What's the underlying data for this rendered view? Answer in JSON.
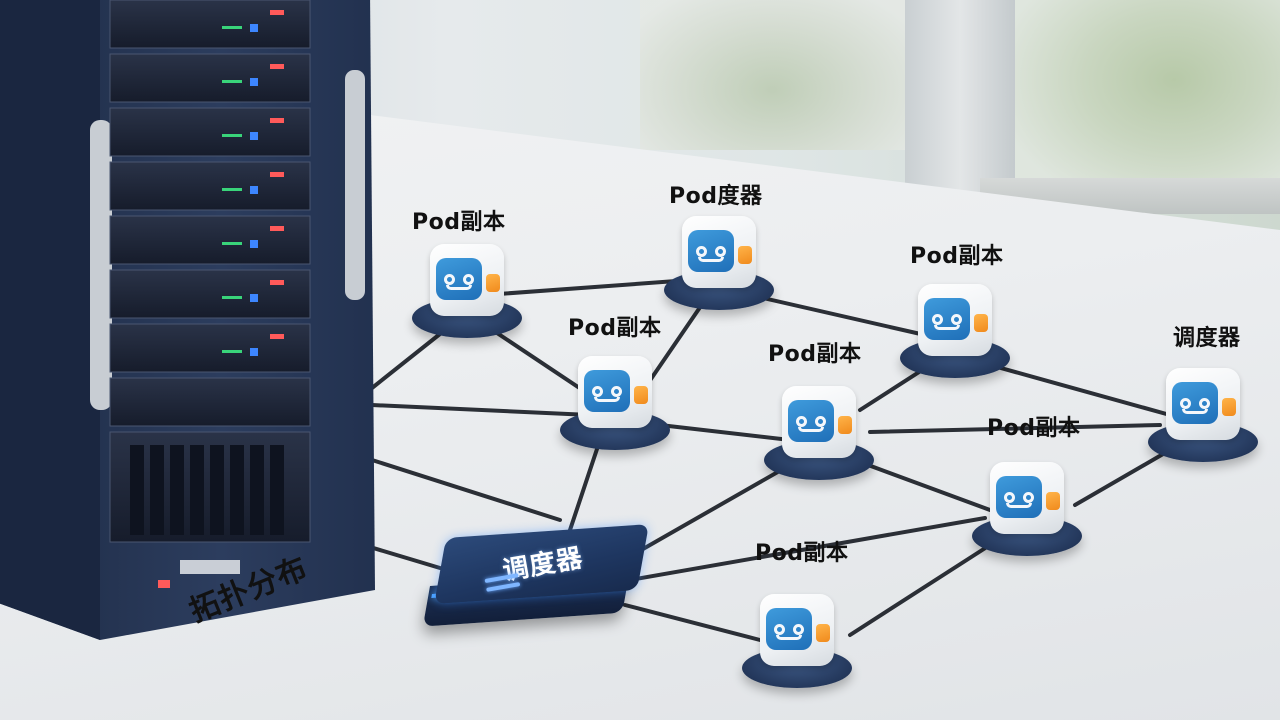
{
  "scene": {
    "description_tag": "network-topology-photo"
  },
  "labels": {
    "node_1": "Pod副本",
    "node_2": "Pod度器",
    "node_3": "Pod副本",
    "node_4": "Pod副本",
    "node_5": "Pod副本",
    "node_6": "调度器",
    "node_7": "Pod副本",
    "node_8": "Pod副本",
    "hub": "调度器",
    "topology": "拓扑分布"
  },
  "icons": {
    "pod": "robot-cube-icon",
    "hub_menu": "menu-lines-icon",
    "server": "server-rack-icon"
  },
  "colors": {
    "node_base": "#24385c",
    "node_face": "#2a82c8",
    "node_accent": "#f39a2a",
    "hub_glow": "#4da3ff",
    "cable": "#2b2f36"
  }
}
